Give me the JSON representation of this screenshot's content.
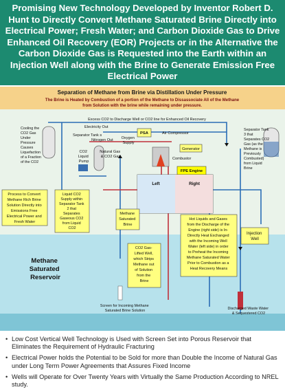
{
  "header": {
    "title": "Promising New Technology Developed by Inventor Robert D. Hunt to Directly Convert Methane Saturated Brine Directly into Electrical Power; Fresh Water; and Carbon Dioxide Gas to Drive Enhanced Oil Recovery (EOR) Projects or in the Alternative the Carbon Dioxide Gas is Requested into the Earth within an Injection Well along with the Brine to Generate Emission Free Electrical Power"
  },
  "diagram": {
    "title": "Separation of Methane from Brine via Distillation Under Pressure",
    "subtitle_1": "The Brine is Heated by Combustion of a portion of the Methane to Dissassociate All of the Methane",
    "subtitle_2": "from Solution with the brine while remaining under pressure.",
    "excess_co2": "Excess CO2 to Discharge Well or CO2 line for Enhanced Oil Recovery",
    "electricity_out": "Electricity Out",
    "nitrogen_out": "Nitrogen Out",
    "oxygen_supply": [
      "Oxygen",
      "Supply"
    ],
    "psa": "PSA",
    "air_compressor": "Air Compressor",
    "generator": "Generator",
    "combustor": "Combustor",
    "fpe_engine": "FPE Engine",
    "left": "Left",
    "right": "Right",
    "separator_tank_s": "Separator Tank s",
    "co2_liquid_pump": [
      "CO2",
      "Liquid",
      "Pump"
    ],
    "natural_gas_co2": [
      "Natural Gas",
      "& CO2 Gas"
    ],
    "cooling_box": [
      "Cooling the",
      "CO2 Gas",
      "Under",
      "Pressure",
      "Causes",
      "Liquefaction",
      "of a Fraction",
      "of the CO2"
    ],
    "sep_tank3": [
      "Separator Tank",
      "3 that",
      "Separates CO2",
      "Gas (as the",
      "Methane is",
      "Previously",
      "Combusted)",
      "from Liquid",
      "Brine"
    ],
    "process_box": [
      "Process to Convert",
      "Methane Rich Brine",
      "Solution Directly into",
      "Emissions Free",
      "Electrical Power and",
      "Fresh Water"
    ],
    "liquid_co2_box": [
      "Liquid CO2",
      "Supply within",
      "Separator Tank",
      "2 that",
      "Separates",
      "Gaseous CO2",
      "from Liquid",
      "CO2"
    ],
    "methane_saturated_brine": [
      "Methane",
      "Saturated",
      "Brine"
    ],
    "co2_gas_lifted": [
      "CO2 Gas-",
      "Lifted Well,",
      "which Strips",
      "Methane out",
      "of Solution",
      "from the",
      "Brine"
    ],
    "hot_liquids": [
      "Hot Liquids and Gases",
      "from the Discharge of the",
      "Engine (right side) is In-",
      "Directly Heat Exchanged",
      "with the Incoming Well",
      "Water (left side) in order",
      "to Preheat the Incoming",
      "Methane Saturated Water",
      "Prior to Combustion as a",
      "Heat Recovery Means"
    ],
    "injection_well": [
      "Injection",
      "Well"
    ],
    "reservoir": [
      "Methane",
      "Saturated",
      "Reservoir"
    ],
    "screen": [
      "Screen for Incoming Methane",
      "Saturated Brine Solution"
    ],
    "discharged": [
      "Discharged Waste Water",
      "& Sequestered CO2"
    ]
  },
  "bullets": [
    "Low Cost Vertical Well Technology is Used with Screen Set into Porous Reservoir that Eliminates the Requirement of Hydraulic Fracturing",
    "Electrical Power holds the Potential to be Sold for more than Double the Income of Natural Gas under Long Term Power Agreements that Assures Fixed Income",
    "Wells will Operate for Over Twenty Years with Virtually the Same Production According to NREL study."
  ]
}
